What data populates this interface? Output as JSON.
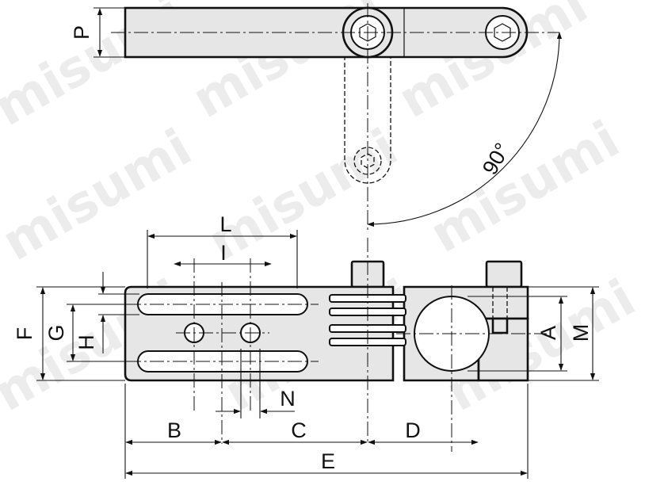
{
  "watermark": "misumi",
  "dimension_labels": {
    "P": "P",
    "L": "L",
    "I": "I",
    "F": "F",
    "G": "G",
    "H": "H",
    "N": "N",
    "B": "B",
    "C": "C",
    "D": "D",
    "E": "E",
    "A": "A",
    "M": "M"
  },
  "angle_label": "90°"
}
